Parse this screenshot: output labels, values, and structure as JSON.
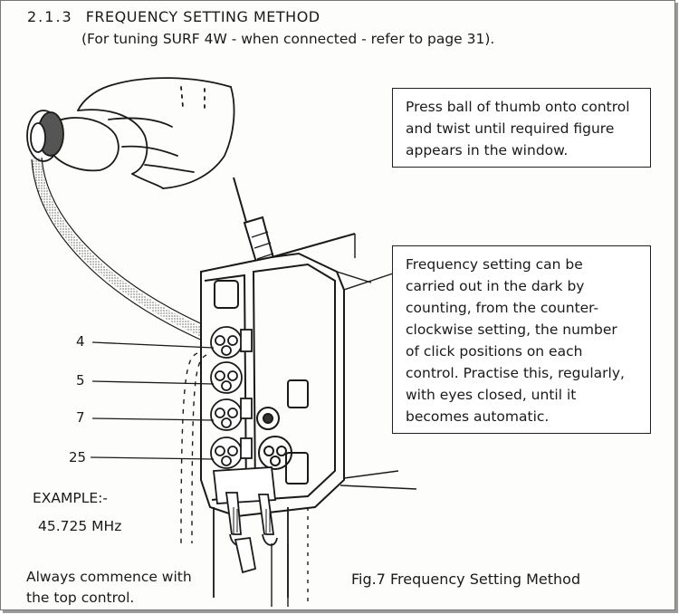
{
  "section": {
    "number": "2.1.3",
    "title": "FREQUENCY SETTING METHOD",
    "subtitle": "(For tuning SURF 4W - when connected - refer to page 31)."
  },
  "callout_top": {
    "lines": [
      "Press ball of thumb onto control",
      "and twist until required figure",
      "appears in the window."
    ]
  },
  "callout_middle": {
    "lines": [
      "Frequency setting can be",
      "carried out in the dark by",
      "counting, from the counter-",
      "clockwise setting, the number",
      "of click positions on each",
      "control. Practise this, regularly,",
      "with eyes closed, until it",
      "becomes automatic."
    ]
  },
  "figure": {
    "control_labels": [
      "4",
      "5",
      "7",
      "25"
    ],
    "example_label": "EXAMPLE:-",
    "example_value": "45.725 MHz",
    "note_lines": [
      "Always commence with",
      "the top control."
    ],
    "caption": "Fig.7 Frequency Setting Method"
  }
}
